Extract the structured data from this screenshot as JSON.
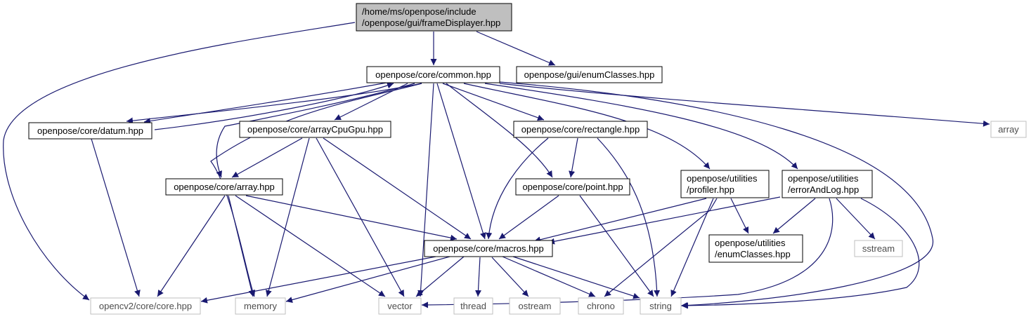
{
  "colors": {
    "edge": "#191970",
    "node_border": "#000000",
    "external_border": "#bfbfbf",
    "root_fill": "#bfbfbf",
    "node_fill": "#ffffff"
  },
  "nodes": [
    {
      "id": "root",
      "lines": [
        "/home/ms/openpose/include",
        "/openpose/gui/frameDisplayer.hpp"
      ],
      "kind": "root"
    },
    {
      "id": "common",
      "lines": [
        "openpose/core/common.hpp"
      ],
      "kind": "internal"
    },
    {
      "id": "guienum",
      "lines": [
        "openpose/gui/enumClasses.hpp"
      ],
      "kind": "internal"
    },
    {
      "id": "datum",
      "lines": [
        "openpose/core/datum.hpp"
      ],
      "kind": "internal"
    },
    {
      "id": "arraycpugpu",
      "lines": [
        "openpose/core/arrayCpuGpu.hpp"
      ],
      "kind": "internal"
    },
    {
      "id": "rectangle",
      "lines": [
        "openpose/core/rectangle.hpp"
      ],
      "kind": "internal"
    },
    {
      "id": "array_std",
      "lines": [
        "array"
      ],
      "kind": "external"
    },
    {
      "id": "array",
      "lines": [
        "openpose/core/array.hpp"
      ],
      "kind": "internal"
    },
    {
      "id": "point",
      "lines": [
        "openpose/core/point.hpp"
      ],
      "kind": "internal"
    },
    {
      "id": "profiler",
      "lines": [
        "openpose/utilities",
        "/profiler.hpp"
      ],
      "kind": "internal"
    },
    {
      "id": "errorandlog",
      "lines": [
        "openpose/utilities",
        "/errorAndLog.hpp"
      ],
      "kind": "internal"
    },
    {
      "id": "macros",
      "lines": [
        "openpose/core/macros.hpp"
      ],
      "kind": "internal"
    },
    {
      "id": "utilenum",
      "lines": [
        "openpose/utilities",
        "/enumClasses.hpp"
      ],
      "kind": "internal"
    },
    {
      "id": "sstream",
      "lines": [
        "sstream"
      ],
      "kind": "external"
    },
    {
      "id": "opencv",
      "lines": [
        "opencv2/core/core.hpp"
      ],
      "kind": "external"
    },
    {
      "id": "memory",
      "lines": [
        "memory"
      ],
      "kind": "external"
    },
    {
      "id": "vector",
      "lines": [
        "vector"
      ],
      "kind": "external"
    },
    {
      "id": "thread",
      "lines": [
        "thread"
      ],
      "kind": "external"
    },
    {
      "id": "ostream",
      "lines": [
        "ostream"
      ],
      "kind": "external"
    },
    {
      "id": "chrono",
      "lines": [
        "chrono"
      ],
      "kind": "external"
    },
    {
      "id": "string",
      "lines": [
        "string"
      ],
      "kind": "external"
    }
  ]
}
